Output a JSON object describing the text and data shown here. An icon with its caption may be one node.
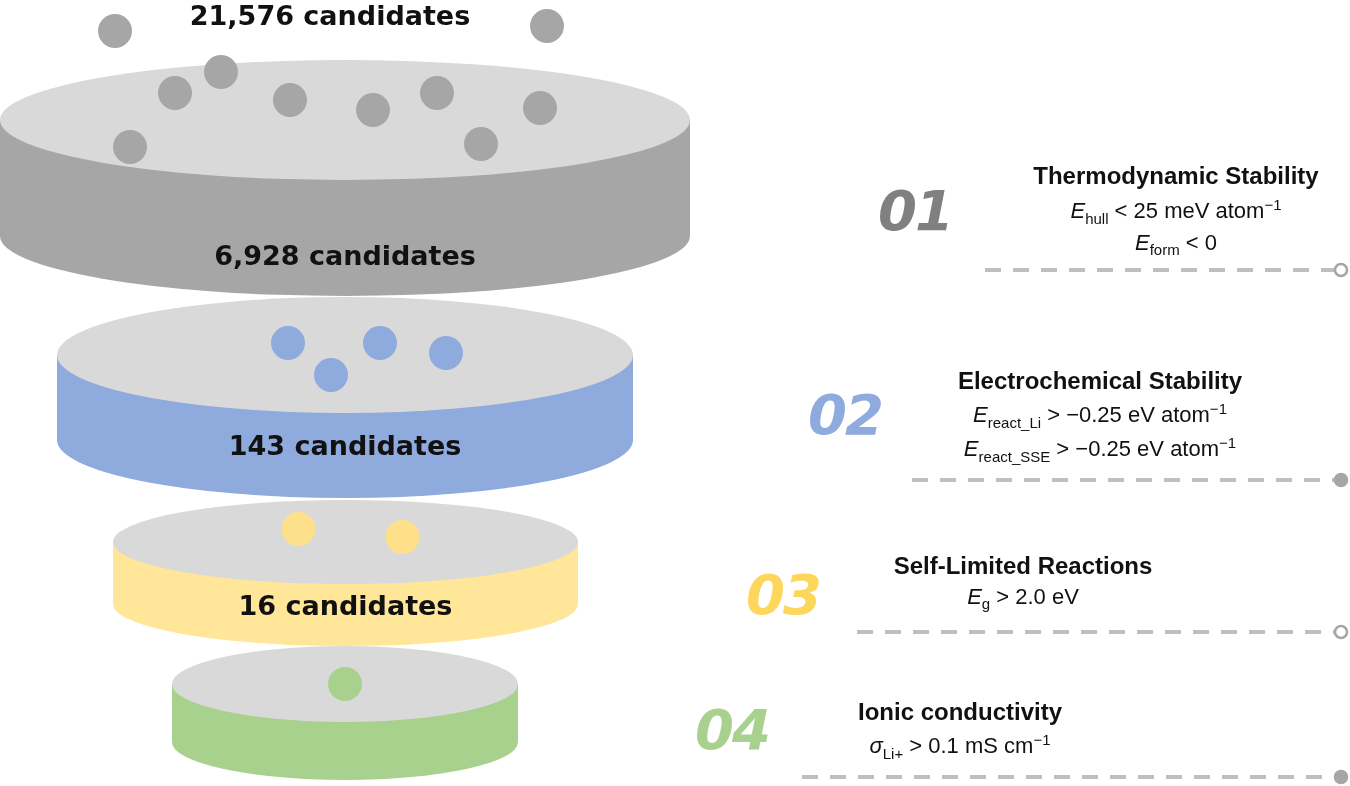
{
  "diagram": {
    "nodes": [
      {
        "text": [
          "6,928 candidates"
        ]
      },
      {
        "text": [
          "143 candidates"
        ]
      },
      {
        "text": [
          "16 candidates"
        ]
      },
      {
        "text": [],
        "shape": "cylinder"
      }
    ],
    "labels": [
      "21,576 candidates",
      "01",
      "Thermodynamic Stability",
      "*E*$_{hull}$ < 25 meV atom$^{−1}$",
      "*E*$_{form}$ < 0",
      "02",
      "Electrochemical Stability",
      "*E*$_{react_Li}$ > −0.25 eV atom$^{−1}$",
      "*E*$_{react_SSE}$ > −0.25 eV atom$^{−1}$",
      "03",
      "Self-Limited Reactions",
      "*E*$_{g}$ > 2.0 eV",
      "04",
      "Ionic conductivity",
      "*σ*$_{Li+}$ > 0.1 mS cm$^{−1}$"
    ]
  }
}
